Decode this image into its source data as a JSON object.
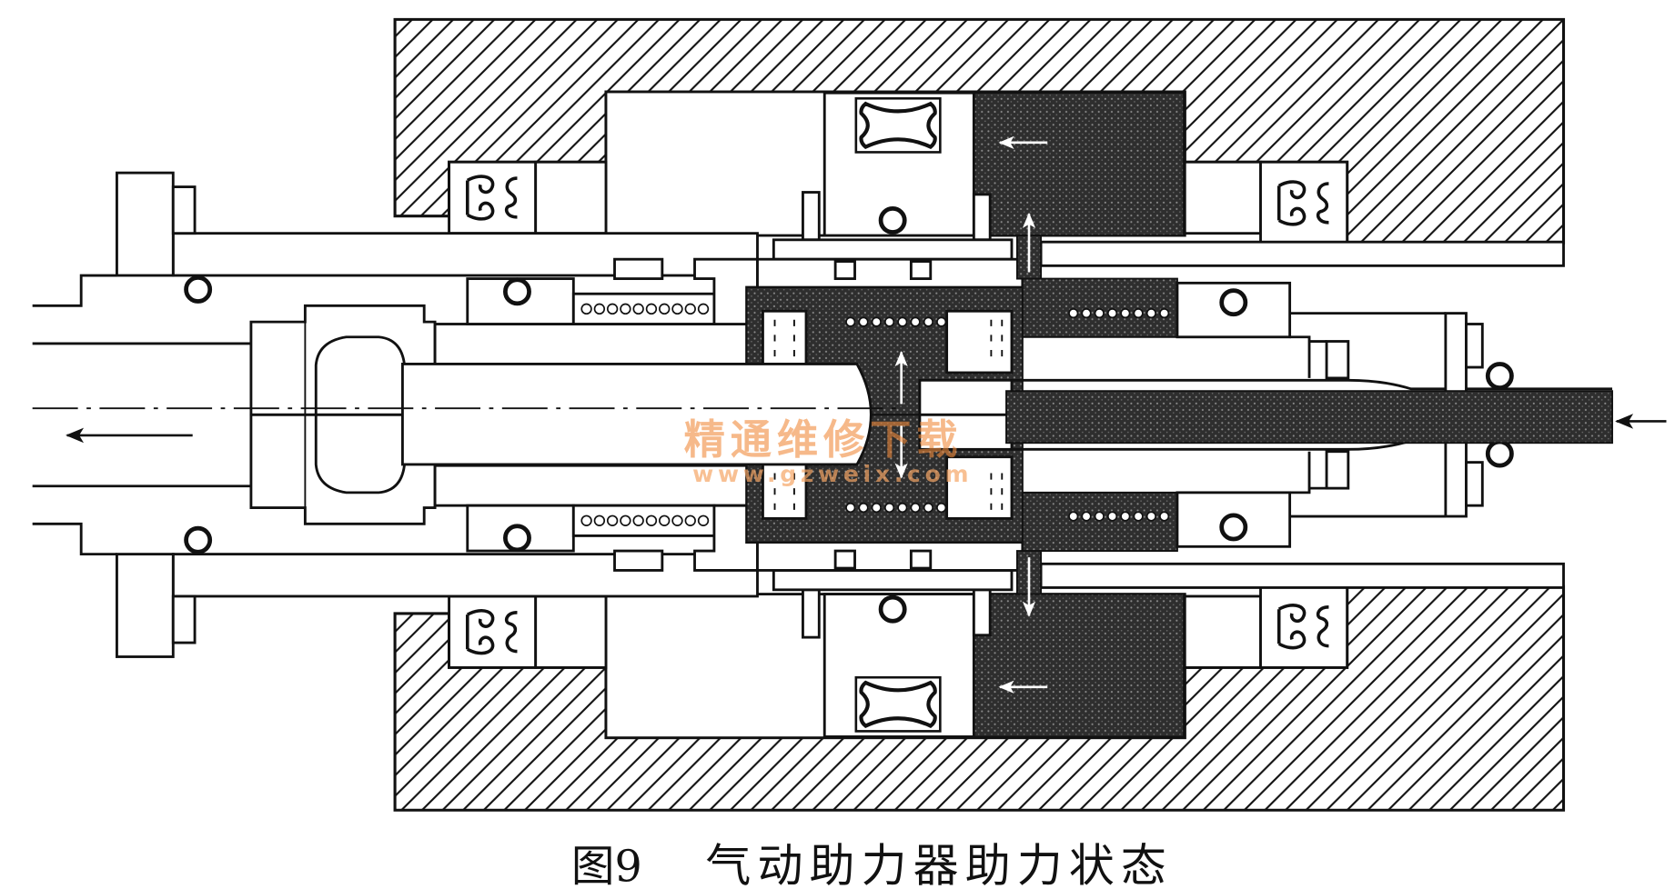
{
  "caption": {
    "figure_number": "图9",
    "title": "气动助力器助力状态"
  },
  "watermark": {
    "brand": "精通维修下载",
    "url": "www.gzweix.com"
  },
  "colors": {
    "background": "#ffffff",
    "ink": "#111111",
    "pressurized_shading": "#2e2e2e",
    "watermark": "#f08a3c"
  }
}
